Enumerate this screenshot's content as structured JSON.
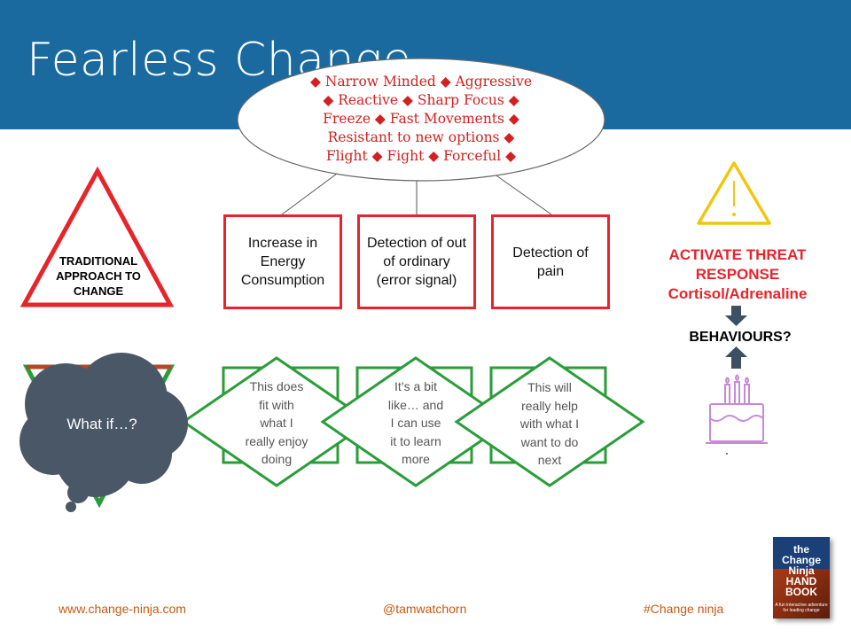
{
  "slide": {
    "title": "Fearless Change"
  },
  "ellipse": {
    "lines": [
      "◆ Narrow Minded ◆ Aggressive",
      "◆ Reactive ◆ Sharp Focus ◆",
      "Freeze ◆ Fast Movements ◆",
      "Resistant to new options ◆",
      "Flight ◆ Fight ◆ Forceful ◆"
    ]
  },
  "triangle": {
    "label": "TRADITIONAL APPROACH TO CHANGE"
  },
  "red_boxes": [
    {
      "text": "Increase in Energy Consumption"
    },
    {
      "text": "Detection of out of ordinary (error signal)"
    },
    {
      "text": "Detection of pain"
    }
  ],
  "cloud": {
    "text": "What if…?"
  },
  "diamonds": [
    {
      "lines": [
        "This does",
        "fit with",
        "what I",
        "really enjoy",
        "doing"
      ]
    },
    {
      "lines": [
        "It’s a bit",
        "like… and",
        "I can use",
        "it to learn",
        "more"
      ]
    },
    {
      "lines": [
        "This will",
        "really help",
        "with what I",
        "want to do",
        "next"
      ]
    }
  ],
  "threat": {
    "line1": "ACTIVATE THREAT",
    "line2": "RESPONSE",
    "line3": "Cortisol/Adrenaline"
  },
  "behaviours": "BEHAVIOURS?",
  "footer": {
    "website": "www.change-ninja.com",
    "twitter": "@tamwatchorn",
    "hashtag": "#Change ninja"
  },
  "book": {
    "title": "the Change Ninja HAND BOOK",
    "subtitle": "A fun interactive adventure for leading change"
  },
  "colors": {
    "header_blue": "#1a6aa0",
    "red": "#e8242b",
    "green": "#2a9d3a",
    "cloud": "#4a5766",
    "warning_yellow": "#f2c60f",
    "arrow": "#3d4f62",
    "cake": "#c78ad6",
    "footer_orange": "#c55a11"
  }
}
